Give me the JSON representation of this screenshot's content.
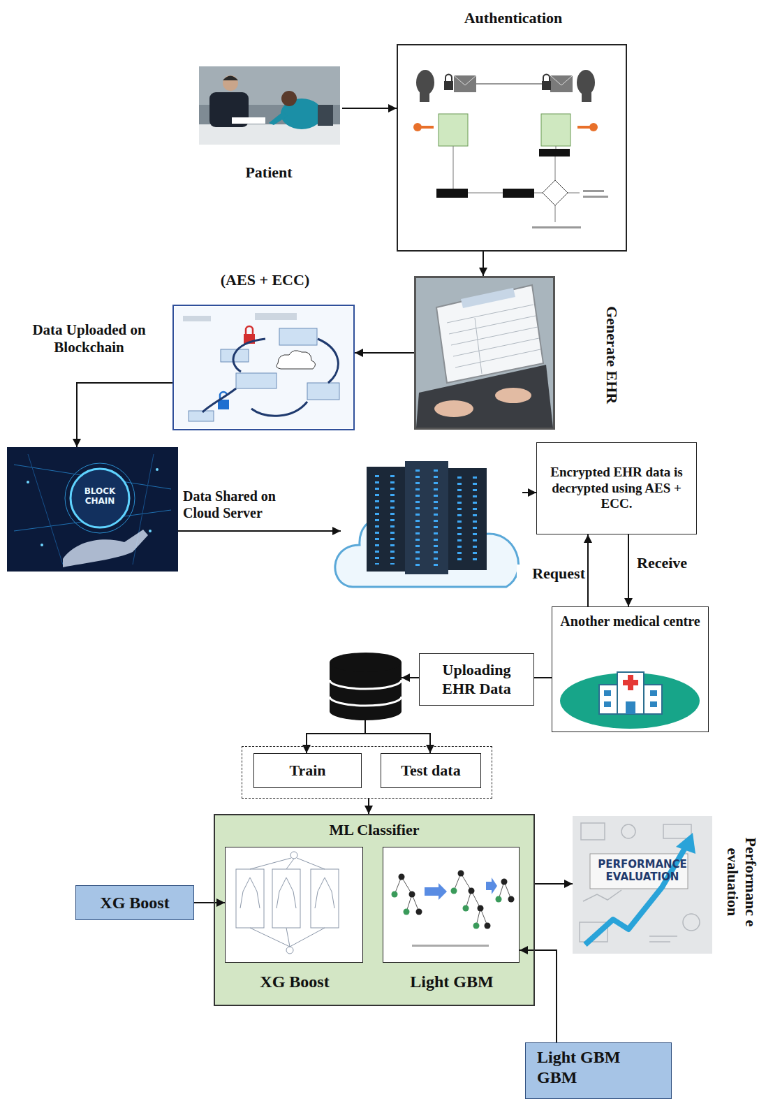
{
  "diagram": {
    "nodes": [
      {
        "text": [
          "Patient"
        ]
      },
      {
        "text": [
          "Authentication"
        ]
      },
      {
        "text": [
          "Generate EHR"
        ]
      },
      {
        "text": [
          "(AES + ECC)"
        ]
      },
      {
        "text": [
          "BLOCK CHAIN"
        ]
      },
      {
        "text": []
      },
      {
        "text": [
          "Encrypted EHR data is decrypted using AES + ECC."
        ]
      },
      {
        "text": [
          "Another medical centre"
        ]
      },
      {
        "text": [
          "Uploading EHR Data"
        ]
      },
      {
        "text": []
      },
      {
        "text": []
      },
      {
        "text": [
          "Train"
        ],
        "in": 10
      },
      {
        "text": [
          "Test data"
        ],
        "in": 10
      },
      {
        "text": [
          "ML Classifier"
        ]
      },
      {
        "text": [
          "XG Boost"
        ],
        "in": 13
      },
      {
        "text": [
          "Light GBM"
        ],
        "in": 13
      },
      {
        "text": [
          "XG Boost"
        ]
      },
      {
        "text": [
          "Performanc e evaluation",
          "PERFORMANCE EVALUATION"
        ]
      },
      {
        "text": [
          "Light GBM GBM"
        ]
      }
    ],
    "edges": [
      {
        "from": 0,
        "to": 1,
        "arrow": "to"
      },
      {
        "from": 1,
        "to": 2,
        "arrow": "to"
      },
      {
        "from": 2,
        "to": 3,
        "arrow": "to"
      },
      {
        "from": 3,
        "to": 4,
        "arrow": "to",
        "label": "Data Uploaded on Blockchain"
      },
      {
        "from": 4,
        "to": 5,
        "arrow": "to",
        "label": "Data Shared on Cloud Server"
      },
      {
        "from": 5,
        "to": 6,
        "arrow": "to"
      },
      {
        "from": 7,
        "to": 6,
        "arrow": "to",
        "label": "Request"
      },
      {
        "from": 6,
        "to": 7,
        "arrow": "to",
        "label": "Receive"
      },
      {
        "from": 7,
        "to": 8,
        "arrow": "none"
      },
      {
        "from": 8,
        "to": 9,
        "arrow": "to"
      },
      {
        "from": 9,
        "to": 11,
        "arrow": "to"
      },
      {
        "from": 9,
        "to": 12,
        "arrow": "to"
      },
      {
        "from": 10,
        "to": 13,
        "arrow": "to"
      },
      {
        "from": 16,
        "to": 14,
        "arrow": "to"
      },
      {
        "from": 18,
        "to": 15,
        "arrow": "to"
      },
      {
        "from": 13,
        "to": 17,
        "arrow": "to"
      }
    ]
  }
}
